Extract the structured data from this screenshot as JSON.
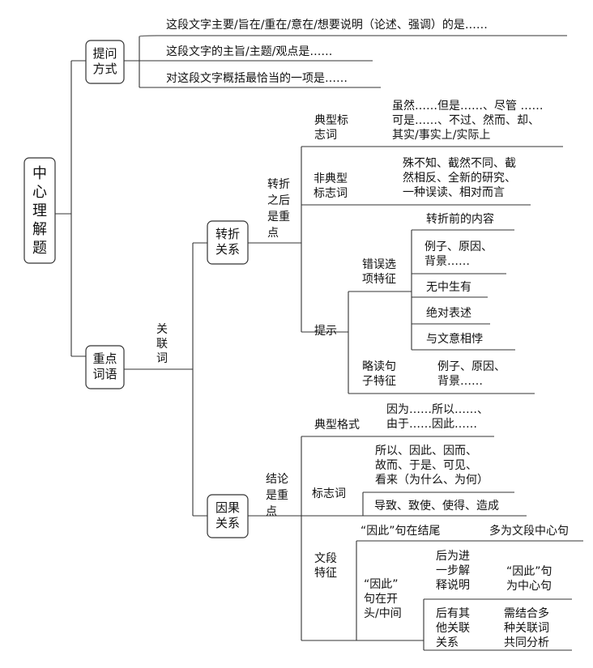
{
  "root": "中\n心\n理\n解\n题",
  "ask": {
    "label": "提问\n方式",
    "items": [
      "这段文字主要/旨在/重在/意在/想要说明（论述、强调）的是……",
      "这段文字的主旨/主题/观点是……",
      "对这段文字概括最恰当的一项是……"
    ]
  },
  "key": {
    "label": "重点\n词语",
    "link_label": "关\n联\n词"
  },
  "turn": {
    "label": "转折\n关系",
    "focus": "转折\n之后\n是重\n点",
    "typical_label": "典型标\n志词",
    "typical_text": "虽然……但是……、尽管 ……\n可是……、不过、然而、却、\n其实/事实上/实际上",
    "atypical_label": "非典型\n标志词",
    "atypical_text": "殊不知、截然不同、截\n然相反、全新的研究、\n一种误读、相对而言",
    "hint_label": "提示",
    "wrong_label": "错误选\n项特征",
    "wrong_items": [
      "转折前的内容",
      "例子、原因、\n背景……",
      "无中生有",
      "绝对表述",
      "与文意相悖"
    ],
    "skim_label": "略读句\n子特征",
    "skim_text": "例子、原因、\n背景……"
  },
  "cause": {
    "label": "因果\n关系",
    "focus": "结论\n是重\n点",
    "format_label": "典型格式",
    "format_text": "因为……所以……、\n由于……因此……",
    "mark_label": "标志词",
    "mark_text1": "所以、因此、因而、\n故而、于是、可见、\n看来（为什么、为何）",
    "mark_text2": "导致、致使、使得、造成",
    "para_label": "文段\n特征",
    "end_text": "“因此”句在结尾",
    "end_result": "多为文段中心句",
    "mid_label": "“因此”\n句在开\n头/中间",
    "mid1_text": "后为进\n一步解\n释说明",
    "mid1_result": "“因此”句\n为中心句",
    "mid2_text": "后有其\n他关联\n关系",
    "mid2_result": "需结合多\n种关联词\n共同分析"
  }
}
